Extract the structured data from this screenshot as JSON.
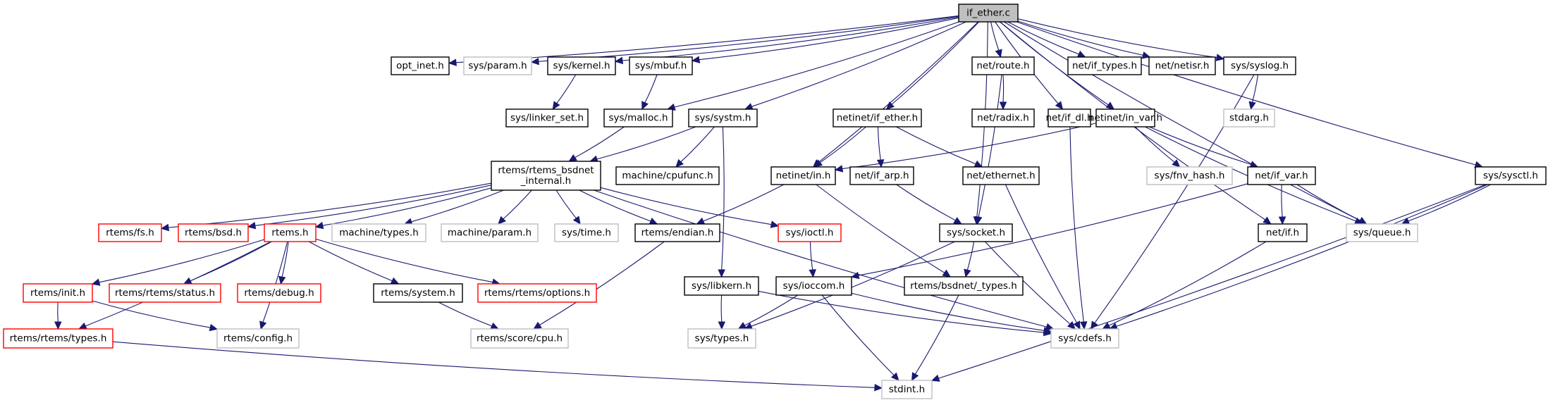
{
  "title": "if_ether.c include dependency graph",
  "legend_colors": {
    "edge": "#191970",
    "root_fill": "#bfbfbf",
    "documented_border": "#000000",
    "undocumented_border": "#bfbfbf",
    "missing_border": "#ff0000"
  },
  "nodes": [
    {
      "id": "if_ether_c",
      "label": "if_ether.c",
      "kind": "root"
    },
    {
      "id": "opt_inet_h",
      "label": "opt_inet.h",
      "kind": "normal"
    },
    {
      "id": "sys_param_h",
      "label": "sys/param.h",
      "kind": "external"
    },
    {
      "id": "sys_kernel_h",
      "label": "sys/kernel.h",
      "kind": "normal"
    },
    {
      "id": "sys_mbuf_h",
      "label": "sys/mbuf.h",
      "kind": "normal"
    },
    {
      "id": "net_route_h",
      "label": "net/route.h",
      "kind": "normal"
    },
    {
      "id": "net_if_types_h",
      "label": "net/if_types.h",
      "kind": "normal"
    },
    {
      "id": "net_netisr_h",
      "label": "net/netisr.h",
      "kind": "normal"
    },
    {
      "id": "sys_syslog_h",
      "label": "sys/syslog.h",
      "kind": "normal"
    },
    {
      "id": "sys_linker_set_h",
      "label": "sys/linker_set.h",
      "kind": "normal"
    },
    {
      "id": "sys_malloc_h",
      "label": "sys/malloc.h",
      "kind": "normal"
    },
    {
      "id": "sys_systm_h",
      "label": "sys/systm.h",
      "kind": "normal"
    },
    {
      "id": "netinet_if_ether_h",
      "label": "netinet/if_ether.h",
      "kind": "normal"
    },
    {
      "id": "net_radix_h",
      "label": "net/radix.h",
      "kind": "normal"
    },
    {
      "id": "net_if_dl_h",
      "label": "net/if_dl.h",
      "kind": "normal"
    },
    {
      "id": "netinet_in_var_h",
      "label": "netinet/in_var.h",
      "kind": "normal"
    },
    {
      "id": "stdarg_h",
      "label": "stdarg.h",
      "kind": "external"
    },
    {
      "id": "rtems_bsdnet_internal_h",
      "label": "rtems/rtems_bsdnet\n_internal.h",
      "kind": "normal"
    },
    {
      "id": "machine_cpufunc_h",
      "label": "machine/cpufunc.h",
      "kind": "normal"
    },
    {
      "id": "netinet_in_h",
      "label": "netinet/in.h",
      "kind": "normal"
    },
    {
      "id": "net_if_arp_h",
      "label": "net/if_arp.h",
      "kind": "normal"
    },
    {
      "id": "net_ethernet_h",
      "label": "net/ethernet.h",
      "kind": "normal"
    },
    {
      "id": "sys_fnv_hash_h",
      "label": "sys/fnv_hash.h",
      "kind": "external"
    },
    {
      "id": "net_if_var_h",
      "label": "net/if_var.h",
      "kind": "normal"
    },
    {
      "id": "sys_sysctl_h",
      "label": "sys/sysctl.h",
      "kind": "normal"
    },
    {
      "id": "rtems_fs_h",
      "label": "rtems/fs.h",
      "kind": "missing"
    },
    {
      "id": "rtems_bsd_h",
      "label": "rtems/bsd.h",
      "kind": "missing"
    },
    {
      "id": "rtems_h",
      "label": "rtems.h",
      "kind": "missing"
    },
    {
      "id": "machine_types_h",
      "label": "machine/types.h",
      "kind": "external"
    },
    {
      "id": "machine_param_h",
      "label": "machine/param.h",
      "kind": "external"
    },
    {
      "id": "sys_time_h",
      "label": "sys/time.h",
      "kind": "external"
    },
    {
      "id": "rtems_endian_h",
      "label": "rtems/endian.h",
      "kind": "normal"
    },
    {
      "id": "sys_ioctl_h",
      "label": "sys/ioctl.h",
      "kind": "missing"
    },
    {
      "id": "sys_socket_h",
      "label": "sys/socket.h",
      "kind": "normal"
    },
    {
      "id": "net_if_h",
      "label": "net/if.h",
      "kind": "normal"
    },
    {
      "id": "sys_queue_h",
      "label": "sys/queue.h",
      "kind": "external"
    },
    {
      "id": "rtems_init_h",
      "label": "rtems/init.h",
      "kind": "missing"
    },
    {
      "id": "rtems_rtems_status_h",
      "label": "rtems/rtems/status.h",
      "kind": "missing"
    },
    {
      "id": "rtems_debug_h",
      "label": "rtems/debug.h",
      "kind": "missing"
    },
    {
      "id": "rtems_system_h",
      "label": "rtems/system.h",
      "kind": "normal"
    },
    {
      "id": "rtems_rtems_options_h",
      "label": "rtems/rtems/options.h",
      "kind": "missing"
    },
    {
      "id": "sys_libkern_h",
      "label": "sys/libkern.h",
      "kind": "normal"
    },
    {
      "id": "sys_ioccom_h",
      "label": "sys/ioccom.h",
      "kind": "normal"
    },
    {
      "id": "rtems_bsdnet_types_h",
      "label": "rtems/bsdnet/_types.h",
      "kind": "normal"
    },
    {
      "id": "rtems_rtems_types_h",
      "label": "rtems/rtems/types.h",
      "kind": "missing"
    },
    {
      "id": "rtems_config_h",
      "label": "rtems/config.h",
      "kind": "external"
    },
    {
      "id": "rtems_score_cpu_h",
      "label": "rtems/score/cpu.h",
      "kind": "external"
    },
    {
      "id": "sys_types_h",
      "label": "sys/types.h",
      "kind": "external"
    },
    {
      "id": "sys_cdefs_h",
      "label": "sys/cdefs.h",
      "kind": "external"
    },
    {
      "id": "stdint_h",
      "label": "stdint.h",
      "kind": "external"
    }
  ],
  "edges": [
    [
      "if_ether_c",
      "opt_inet_h"
    ],
    [
      "if_ether_c",
      "sys_param_h"
    ],
    [
      "if_ether_c",
      "sys_kernel_h"
    ],
    [
      "if_ether_c",
      "sys_mbuf_h"
    ],
    [
      "if_ether_c",
      "sys_malloc_h"
    ],
    [
      "if_ether_c",
      "sys_systm_h"
    ],
    [
      "if_ether_c",
      "netinet_in_h"
    ],
    [
      "if_ether_c",
      "netinet_if_ether_h"
    ],
    [
      "if_ether_c",
      "sys_socket_h"
    ],
    [
      "if_ether_c",
      "net_route_h"
    ],
    [
      "if_ether_c",
      "net_if_dl_h"
    ],
    [
      "if_ether_c",
      "netinet_in_var_h"
    ],
    [
      "if_ether_c",
      "net_if_types_h"
    ],
    [
      "if_ether_c",
      "net_netisr_h"
    ],
    [
      "if_ether_c",
      "net_if_h"
    ],
    [
      "if_ether_c",
      "sys_queue_h"
    ],
    [
      "if_ether_c",
      "sys_syslog_h"
    ],
    [
      "if_ether_c",
      "sys_sysctl_h"
    ],
    [
      "sys_kernel_h",
      "sys_linker_set_h"
    ],
    [
      "sys_mbuf_h",
      "sys_malloc_h"
    ],
    [
      "sys_malloc_h",
      "rtems_bsdnet_internal_h"
    ],
    [
      "sys_systm_h",
      "rtems_bsdnet_internal_h"
    ],
    [
      "sys_systm_h",
      "machine_cpufunc_h"
    ],
    [
      "sys_systm_h",
      "sys_libkern_h"
    ],
    [
      "net_route_h",
      "net_radix_h"
    ],
    [
      "net_route_h",
      "sys_socket_h"
    ],
    [
      "sys_syslog_h",
      "stdarg_h"
    ],
    [
      "sys_syslog_h",
      "sys_cdefs_h"
    ],
    [
      "netinet_if_ether_h",
      "netinet_in_h"
    ],
    [
      "netinet_if_ether_h",
      "net_if_arp_h"
    ],
    [
      "netinet_if_ether_h",
      "net_ethernet_h"
    ],
    [
      "net_if_dl_h",
      "sys_cdefs_h"
    ],
    [
      "netinet_in_var_h",
      "netinet_in_h"
    ],
    [
      "netinet_in_var_h",
      "sys_fnv_hash_h"
    ],
    [
      "netinet_in_var_h",
      "net_if_var_h"
    ],
    [
      "netinet_in_var_h",
      "sys_queue_h"
    ],
    [
      "rtems_bsdnet_internal_h",
      "rtems_fs_h"
    ],
    [
      "rtems_bsdnet_internal_h",
      "rtems_bsd_h"
    ],
    [
      "rtems_bsdnet_internal_h",
      "rtems_h"
    ],
    [
      "rtems_bsdnet_internal_h",
      "machine_types_h"
    ],
    [
      "rtems_bsdnet_internal_h",
      "machine_param_h"
    ],
    [
      "rtems_bsdnet_internal_h",
      "sys_time_h"
    ],
    [
      "rtems_bsdnet_internal_h",
      "rtems_endian_h"
    ],
    [
      "rtems_bsdnet_internal_h",
      "sys_ioctl_h"
    ],
    [
      "rtems_bsdnet_internal_h",
      "sys_cdefs_h"
    ],
    [
      "netinet_in_h",
      "rtems_endian_h"
    ],
    [
      "netinet_in_h",
      "rtems_bsdnet_types_h"
    ],
    [
      "net_if_arp_h",
      "sys_socket_h"
    ],
    [
      "net_ethernet_h",
      "sys_cdefs_h"
    ],
    [
      "net_if_var_h",
      "net_if_h"
    ],
    [
      "net_if_var_h",
      "sys_queue_h"
    ],
    [
      "net_if_var_h",
      "sys_ioccom_h"
    ],
    [
      "sys_sysctl_h",
      "sys_queue_h"
    ],
    [
      "sys_sysctl_h",
      "sys_cdefs_h"
    ],
    [
      "sys_sysctl_h",
      "stdint_h"
    ],
    [
      "rtems_h",
      "rtems_init_h"
    ],
    [
      "rtems_h",
      "rtems_rtems_status_h"
    ],
    [
      "rtems_h",
      "rtems_debug_h"
    ],
    [
      "rtems_h",
      "rtems_system_h"
    ],
    [
      "rtems_h",
      "rtems_rtems_options_h"
    ],
    [
      "rtems_h",
      "rtems_rtems_types_h"
    ],
    [
      "rtems_h",
      "rtems_config_h"
    ],
    [
      "rtems_endian_h",
      "rtems_score_cpu_h"
    ],
    [
      "sys_ioctl_h",
      "sys_ioccom_h"
    ],
    [
      "sys_socket_h",
      "sys_types_h"
    ],
    [
      "sys_socket_h",
      "rtems_bsdnet_types_h"
    ],
    [
      "sys_socket_h",
      "sys_cdefs_h"
    ],
    [
      "net_if_h",
      "sys_cdefs_h"
    ],
    [
      "rtems_init_h",
      "rtems_rtems_types_h"
    ],
    [
      "rtems_init_h",
      "rtems_config_h"
    ],
    [
      "rtems_system_h",
      "rtems_score_cpu_h"
    ],
    [
      "sys_libkern_h",
      "sys_types_h"
    ],
    [
      "sys_libkern_h",
      "sys_cdefs_h"
    ],
    [
      "sys_ioccom_h",
      "sys_types_h"
    ],
    [
      "sys_ioccom_h",
      "sys_cdefs_h"
    ],
    [
      "sys_ioccom_h",
      "stdint_h"
    ],
    [
      "rtems_bsdnet_types_h",
      "stdint_h"
    ],
    [
      "rtems_rtems_types_h",
      "stdint_h"
    ]
  ]
}
